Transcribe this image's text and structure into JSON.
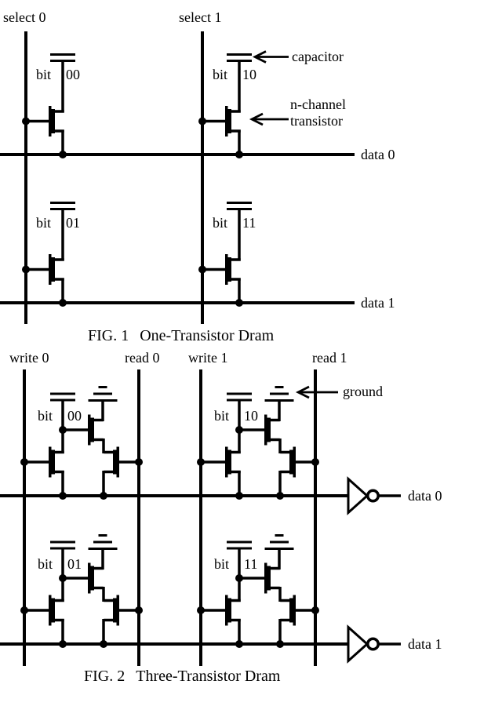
{
  "colors": {
    "ink": "#000000",
    "paper": "#ffffff"
  },
  "figure1": {
    "select_labels": [
      "select 0",
      "select 1"
    ],
    "data_labels": [
      "data 0",
      "data 1"
    ],
    "cells": [
      {
        "prefix": "bit",
        "id": "00"
      },
      {
        "prefix": "bit",
        "id": "10"
      },
      {
        "prefix": "bit",
        "id": "01"
      },
      {
        "prefix": "bit",
        "id": "11"
      }
    ],
    "annotations": {
      "capacitor": "capacitor",
      "transistor_line1": "n-channel",
      "transistor_line2": "transistor"
    },
    "caption": {
      "label": "FIG. 1",
      "title": "One-Transistor Dram"
    }
  },
  "figure2": {
    "column_labels": [
      "write 0",
      "read 0",
      "write 1",
      "read 1"
    ],
    "data_labels": [
      "data 0",
      "data 1"
    ],
    "cells": [
      {
        "prefix": "bit",
        "id": "00"
      },
      {
        "prefix": "bit",
        "id": "10"
      },
      {
        "prefix": "bit",
        "id": "01"
      },
      {
        "prefix": "bit",
        "id": "11"
      }
    ],
    "annotations": {
      "ground": "ground"
    },
    "caption": {
      "label": "FIG. 2",
      "title": "Three-Transistor Dram"
    }
  }
}
